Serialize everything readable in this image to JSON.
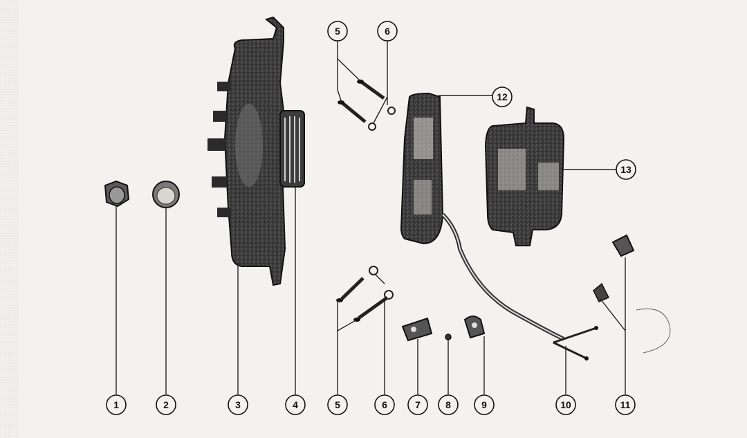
{
  "diagram": {
    "type": "exploded-parts-diagram",
    "callouts": [
      {
        "label": "1"
      },
      {
        "label": "2"
      },
      {
        "label": "3"
      },
      {
        "label": "4"
      },
      {
        "label": "5"
      },
      {
        "label": "6"
      },
      {
        "label": "7"
      },
      {
        "label": "8"
      },
      {
        "label": "9"
      },
      {
        "label": "10"
      },
      {
        "label": "11"
      },
      {
        "label": "5"
      },
      {
        "label": "6"
      },
      {
        "label": "12"
      },
      {
        "label": "13"
      }
    ],
    "colors": {
      "ink": "#1a1a1a",
      "paper": "#f3f2ee",
      "shade": "#4a4a4a"
    }
  }
}
